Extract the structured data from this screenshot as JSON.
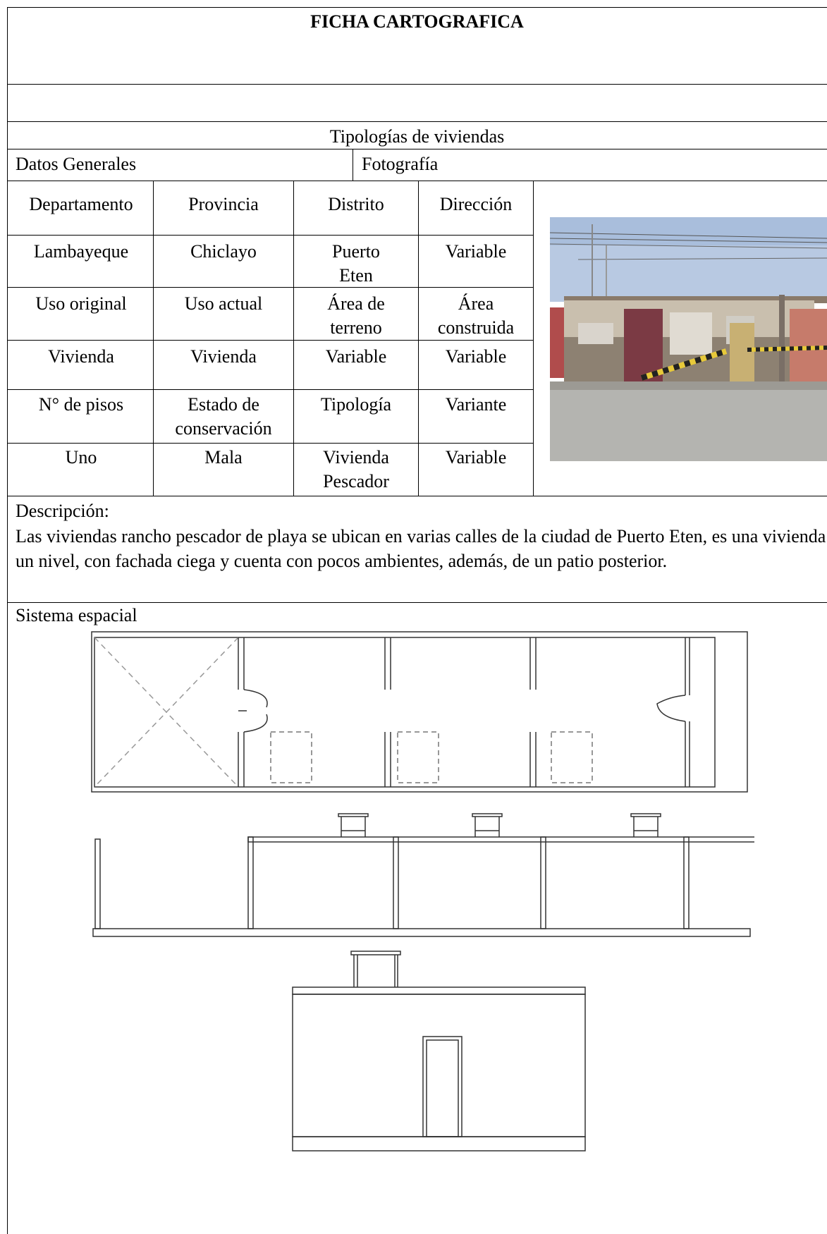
{
  "header": {
    "title": "FICHA CARTOGRAFICA",
    "subtitle": "Tipologías de viviendas"
  },
  "sections": {
    "general": "Datos Generales",
    "photo": "Fotografía"
  },
  "table": {
    "rows": [
      [
        "Departamento",
        "Provincia",
        "Distrito",
        "Dirección"
      ],
      [
        "Lambayeque",
        "Chiclayo",
        "Puerto Eten",
        "Variable"
      ],
      [
        "Uso original",
        "Uso actual",
        "Área de terreno",
        "Área construida"
      ],
      [
        "Vivienda",
        "Vivienda",
        "Variable",
        "Variable"
      ],
      [
        "N° de pisos",
        "Estado de conservación",
        "Tipología",
        "Variante"
      ],
      [
        "Uno",
        "Mala",
        "Vivienda Pescador",
        "Variable"
      ]
    ]
  },
  "description": {
    "label": "Descripción:",
    "text": "Las viviendas rancho pescador de playa se ubican en varias calles de la ciudad de Puerto Eten, es una vivienda un nivel, con fachada ciega y cuenta con pocos ambientes, además, de un patio posterior."
  },
  "spatial": {
    "label": "Sistema espacial"
  }
}
